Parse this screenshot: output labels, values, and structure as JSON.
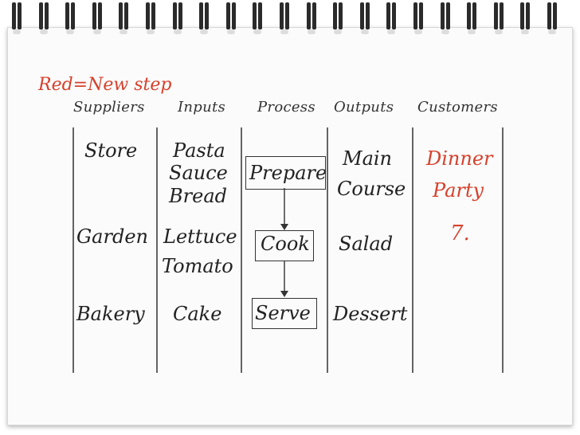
{
  "note": "Red=New step",
  "headers": [
    "Suppliers",
    "Inputs",
    "Process",
    "Outputs",
    "Customers"
  ],
  "suppliers": [
    "Store",
    "Garden",
    "Bakery"
  ],
  "inputs": [
    "Pasta",
    "Sauce",
    "Bread",
    "Lettuce",
    "Tomato",
    "Cake"
  ],
  "process": [
    "Prepare",
    "Cook",
    "Serve"
  ],
  "outputs": [
    "Main",
    "Course",
    "Salad",
    "Dessert"
  ],
  "customers": [
    "Dinner",
    "Party"
  ],
  "step_number": "7.",
  "colors": {
    "new_step": "#d6412c",
    "ink": "#222222"
  },
  "binding": "spiral-rings"
}
